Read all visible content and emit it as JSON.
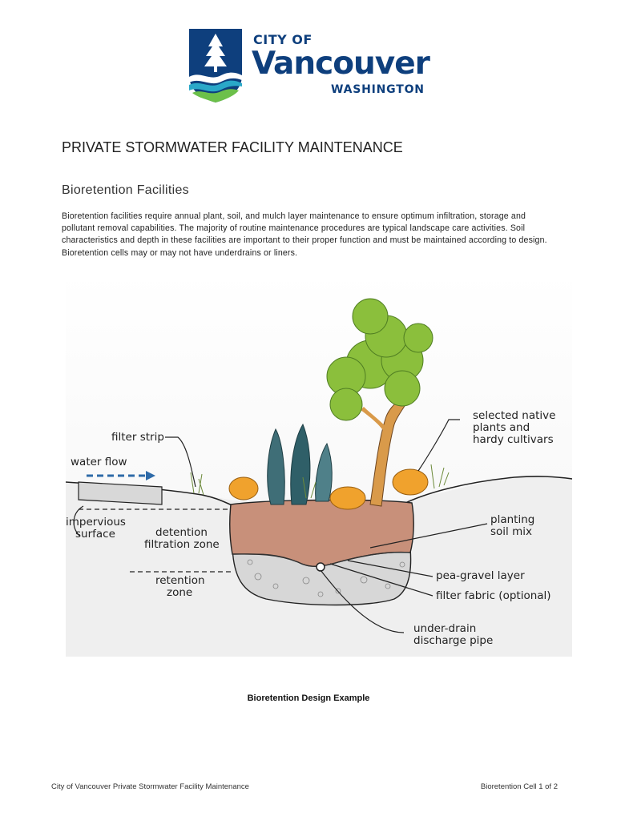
{
  "logo": {
    "line1": "CITY OF",
    "line2": "Vancouver",
    "line3": "WASHINGTON",
    "icon": "city-tree-waves-logo",
    "brand_color": "#0e3f7d",
    "accent_color": "#2aa8c8"
  },
  "document": {
    "title": "PRIVATE STORMWATER FACILITY MAINTENANCE",
    "section_heading": "Bioretention Facilities",
    "body": "Bioretention facilities require annual plant, soil, and mulch layer maintenance to ensure optimum infiltration, storage and pollutant removal capabilities. The majority of routine maintenance procedures are typical landscape care activities.  Soil characteristics and depth in these facilities are important to their proper function and must be maintained according to design.  Bioretention cells may or may not have underdrains or liners."
  },
  "figure": {
    "labels": {
      "filter_strip": "filter strip",
      "water_flow": "water flow",
      "impervious_1": "impervious",
      "impervious_2": "surface",
      "detention_1": "detention",
      "detention_2": "filtration zone",
      "retention_1": "retention",
      "retention_2": "zone",
      "plants_1": "selected native",
      "plants_2": "plants and",
      "plants_3": "hardy cultivars",
      "soil_1": "planting",
      "soil_2": "soil mix",
      "gravel": "pea-gravel layer",
      "fabric": "filter fabric (optional)",
      "drain_1": "under-drain",
      "drain_2": "discharge pipe"
    },
    "caption": "Bioretention Design Example"
  },
  "footer": {
    "left": "City of Vancouver Private Stormwater Facility Maintenance",
    "right": "Bioretention Cell 1 of 2"
  }
}
